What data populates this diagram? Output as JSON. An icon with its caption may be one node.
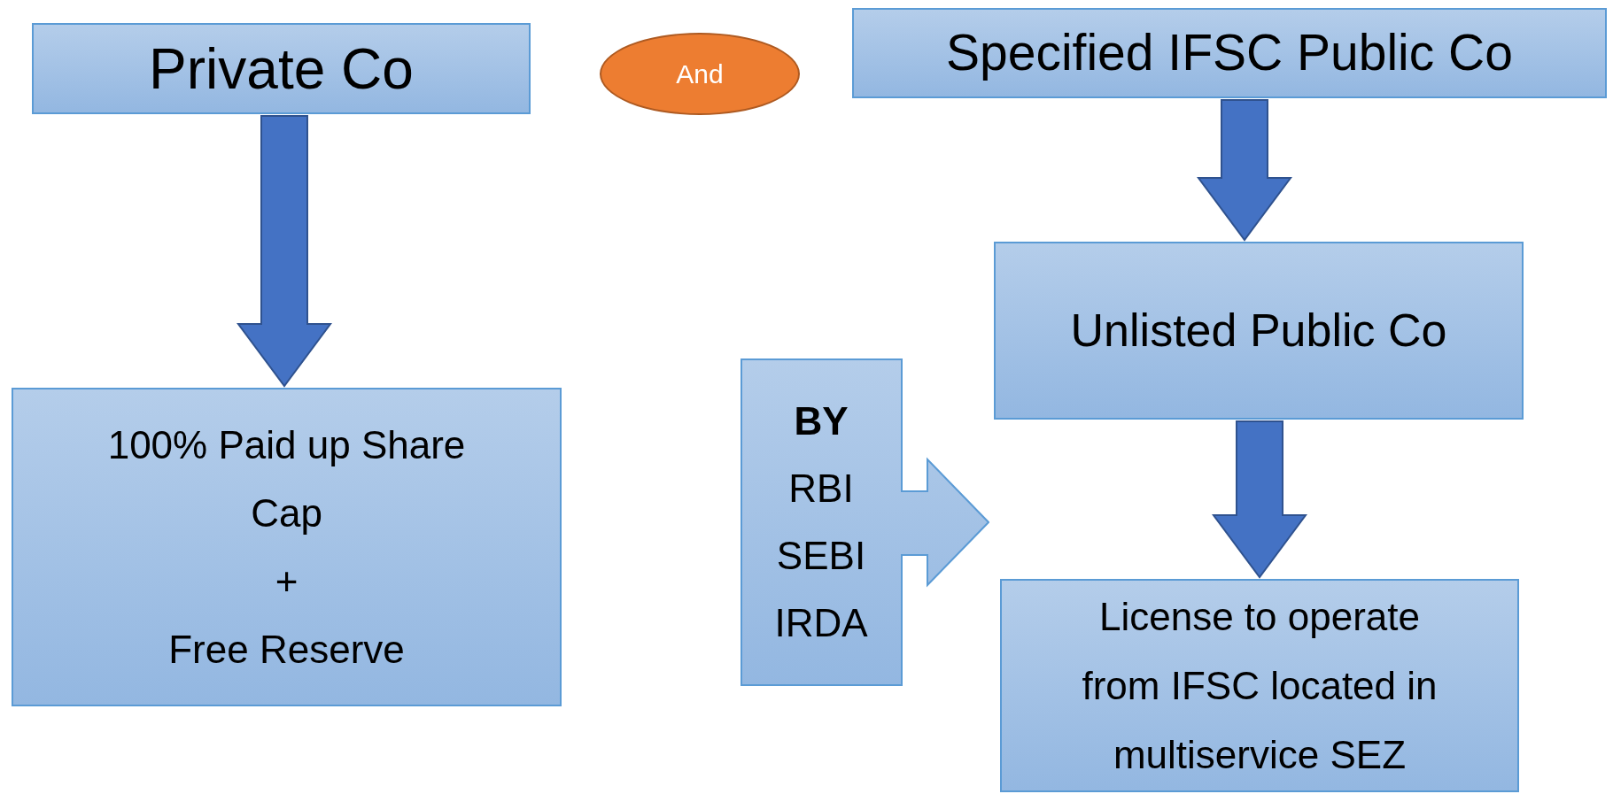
{
  "diagram": {
    "nodes": [
      {
        "text": [
          "Private Co"
        ]
      },
      {
        "text": [
          "And"
        ]
      },
      {
        "text": [
          "Specified IFSC Public Co"
        ]
      },
      {
        "text": [
          "100% Paid up Share Cap",
          "+",
          "Free Reserve"
        ]
      },
      {
        "text": [
          "Unlisted Public Co"
        ]
      },
      {
        "text": [
          "BY",
          "RBI",
          "SEBI",
          "IRDA"
        ]
      },
      {
        "text": [
          "License to operate from IFSC located in multiservice SEZ"
        ]
      }
    ],
    "edges": [
      {
        "from": 0,
        "to": 3,
        "arrow": "to",
        "style": "thick"
      },
      {
        "from": 2,
        "to": 4,
        "arrow": "to",
        "style": "thick"
      },
      {
        "from": 4,
        "to": 6,
        "arrow": "to",
        "style": "thick"
      }
    ]
  }
}
